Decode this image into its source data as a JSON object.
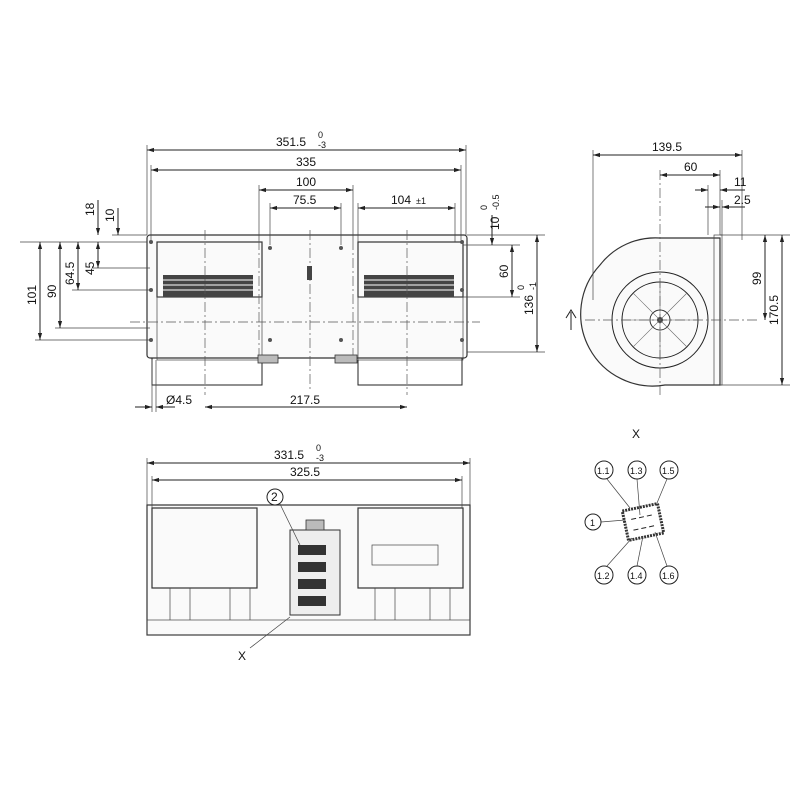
{
  "front_view": {
    "dims": {
      "overall_width": "351.5",
      "overall_width_tol_upper": "0",
      "overall_width_tol_lower": "-3",
      "inner_width": "335",
      "center_span": "100",
      "hole_span": "75.5",
      "outlet_width": "104",
      "outlet_width_tol": "±1",
      "top_offset": "10",
      "top_offset_tol_upper": "0",
      "top_offset_tol_lower": "-0.5",
      "outlet_height": "60",
      "height": "136",
      "height_tol_upper": "0",
      "height_tol_lower": "-1",
      "left_18": "18",
      "left_10": "10",
      "left_101": "101",
      "left_90": "90",
      "left_64_5": "64.5",
      "left_45": "45",
      "hole_dia": "Ø4.5",
      "wheel_span": "217.5"
    }
  },
  "side_view": {
    "dims": {
      "depth": "139.5",
      "outlet_depth": "60",
      "flange_11": "11",
      "flange_2_5": "2.5",
      "axis_height": "99",
      "total_height": "170.5"
    }
  },
  "bottom_view": {
    "dims": {
      "overall": "331.5",
      "overall_tol_upper": "0",
      "overall_tol_lower": "-3",
      "inner": "325.5"
    },
    "item_label": "2",
    "detail_label": "X"
  },
  "connector_detail": {
    "title": "X",
    "pins": [
      "1.1",
      "1.3",
      "1.5",
      "1",
      "1.2",
      "1.4",
      "1.6"
    ]
  }
}
